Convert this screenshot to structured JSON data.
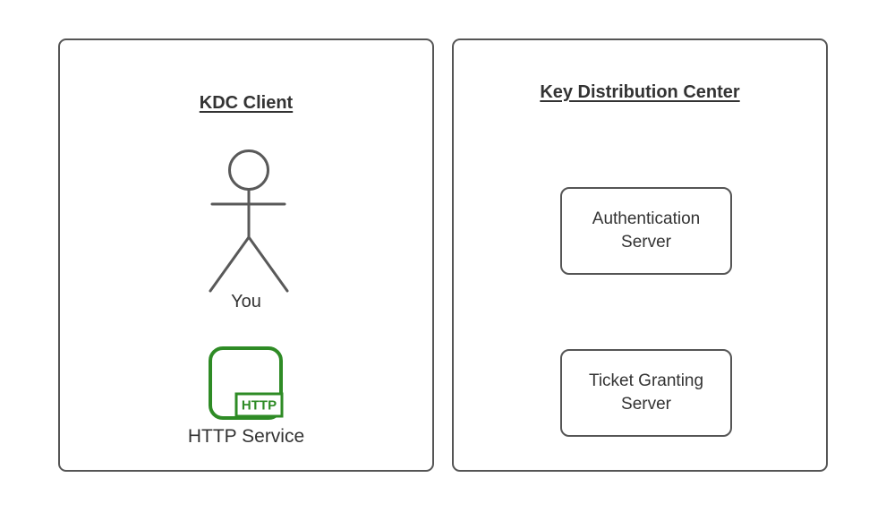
{
  "left_panel": {
    "title": "KDC Client",
    "actor_label": "You",
    "service_label": "HTTP Service",
    "service_badge": "HTTP"
  },
  "right_panel": {
    "title": "Key Distribution Center",
    "boxes": [
      {
        "label": "Authentication Server"
      },
      {
        "label": "Ticket Granting Server"
      }
    ]
  },
  "icons": {
    "person": "person-icon",
    "http_service": "http-service-icon"
  },
  "colors": {
    "background": "#ffffff",
    "panel_border": "#555555",
    "figure_stroke": "#595959",
    "text_dark": "#333333",
    "service_green": "#2e8b25"
  }
}
